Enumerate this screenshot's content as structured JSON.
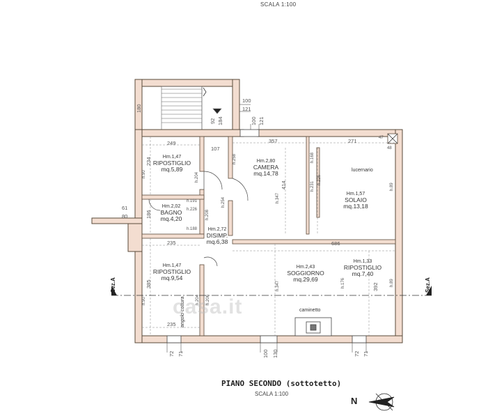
{
  "header": {
    "scale_top": "SCALA 1:100"
  },
  "footer": {
    "title": "PIANO SECONDO (sottotetto)",
    "scale": "SCALA 1:100",
    "north_label": "N"
  },
  "section_marks": {
    "left": "Sez.A",
    "right": "Sez.A"
  },
  "watermark": "casa.it",
  "rooms": {
    "rip1": {
      "hm": "Hm.1,47",
      "name": "RIPOSTIGLIO",
      "area": "mq.5,89"
    },
    "bagno": {
      "hm": "Hm.2,02",
      "name": "BAGNO",
      "area": "mq.4,20"
    },
    "disimp": {
      "hm": "Hm.2,72",
      "name": "DISIMP.",
      "area": "mq.6,38"
    },
    "rip2": {
      "hm": "Hm.1,47",
      "name": "RIPOSTIGLIO",
      "area": "mq.9,54"
    },
    "camera": {
      "hm": "Hm.2,80",
      "name": "CAMERA",
      "area": "mq.14,78"
    },
    "solaio": {
      "hm": "Hm.1,57",
      "name": "SOLAIO",
      "area": "mq.13,18"
    },
    "soggiorno": {
      "hm": "Hm.2,43",
      "name": "SOGGIORNO",
      "area": "mq.29,69"
    },
    "rip3": {
      "hm": "Hm.1,33",
      "name": "RIPOSTIGLIO",
      "area": "mq.7,40"
    }
  },
  "labels": {
    "lucernario": "lucernario",
    "camminetto": "caminetto",
    "angolo_cottura": "angolo cottura"
  },
  "dims": {
    "d180": "180",
    "d100a": "100",
    "d121a": "121",
    "d92": "92",
    "d184": "184",
    "d100b": "100",
    "d121b": "121",
    "d249": "249",
    "d357": "357",
    "d271": "271",
    "d47": "47",
    "d48": "48",
    "d107": "107",
    "d234": "234",
    "d90a": "h.90",
    "d204a": "h.204",
    "d258": "h.258",
    "d168": "h.168",
    "d226a": "h.226",
    "d414": "414",
    "d231": "h.231",
    "d89a": "h.89",
    "d191": "h.191",
    "d226b": "h.226",
    "d186": "186",
    "d61": "61",
    "d80": "80",
    "d208": "h.208",
    "d254": "h.254",
    "d347a": "h.347",
    "d188": "h.188",
    "d235a": "235",
    "d686": "686",
    "d385": "385",
    "d90b": "h.90",
    "d204b": "h.204",
    "d206": "h.206",
    "d347b": "h.347",
    "d176": "h.176",
    "d392": "392",
    "d89b": "h.89",
    "d235b": "235",
    "b72a": "72",
    "b71a": "71",
    "b100": "100",
    "b130": "130",
    "b72b": "72",
    "b71b": "71"
  },
  "colors": {
    "wall_fill": "#f3ddd0",
    "wall_stroke": "#5a4a3a",
    "line": "#444444"
  }
}
